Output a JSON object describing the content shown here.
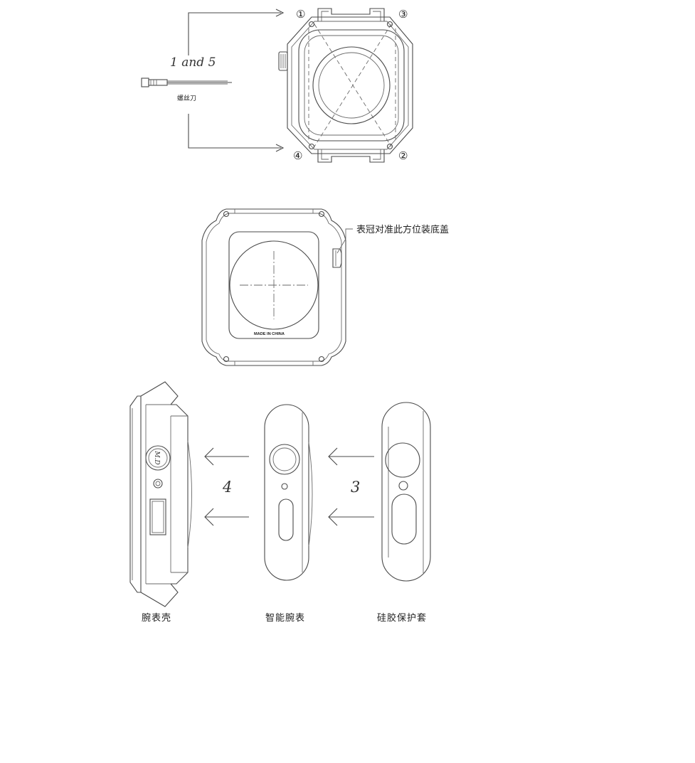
{
  "step_label_top": "1 and 5",
  "tool_label": "螺丝刀",
  "screw_numbers": [
    "①",
    "②",
    "③",
    "④"
  ],
  "crown_note": "表冠对准此方位装底盖",
  "back_text": "MADE IN CHINA",
  "crown_text": "M.D",
  "step_4": "4",
  "step_3": "3",
  "captions": {
    "case": "腕表壳",
    "watch": "智能腕表",
    "sleeve": "硅胶保护套"
  }
}
